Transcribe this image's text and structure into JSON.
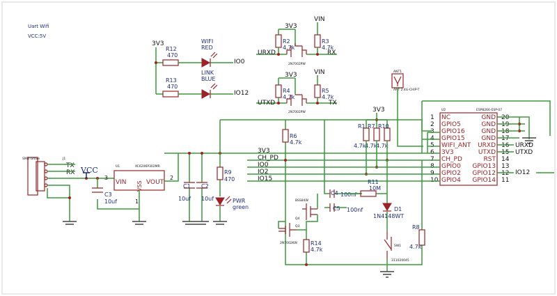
{
  "notes": {
    "line1": "Uart Wifi",
    "line2": "VCC:5V"
  },
  "leds": {
    "wifi": {
      "name": "WIFI",
      "color": "RED",
      "res_ref": "R12",
      "res_val": "470",
      "net": "IO0"
    },
    "link": {
      "name": "LINK",
      "color": "BLUE",
      "res_ref": "R13",
      "res_val": "470",
      "net": "IO12"
    },
    "supply": "3V3"
  },
  "shift_rx": {
    "v_left": "3V3",
    "v_right": "VIN",
    "r_left": "R2",
    "r_left_val": "4.7k",
    "r_right": "R3",
    "r_right_val": "4.7k",
    "in": "URXD",
    "out": "RX",
    "fet": "2N7002PW"
  },
  "shift_tx": {
    "v_left": "3V3",
    "v_right": "VIN",
    "r_left": "R4",
    "r_left_val": "4.7k",
    "r_right": "R5",
    "r_right_val": "4.7k",
    "in": "UTXD",
    "out": "TX",
    "fet": "2N7002PW"
  },
  "antenna": {
    "ref": "ANT1",
    "part": "ANT 2.4G-CHIP-T"
  },
  "esp": {
    "ref": "U2",
    "part": "ESP8266-ESP-07",
    "left_pins": [
      {
        "num": "1",
        "name": "NC"
      },
      {
        "num": "2",
        "name": "GPIO5"
      },
      {
        "num": "3",
        "name": "GPIO16"
      },
      {
        "num": "4",
        "name": "GPIO15"
      },
      {
        "num": "5",
        "name": "WIFI_ANT"
      },
      {
        "num": "6",
        "name": "3V3"
      },
      {
        "num": "7",
        "name": "CH_PD"
      },
      {
        "num": "8",
        "name": "GPIO0"
      },
      {
        "num": "9",
        "name": "GPIO2"
      },
      {
        "num": "10",
        "name": "GPIO4"
      }
    ],
    "right_pins": [
      {
        "num": "20",
        "name": "GND"
      },
      {
        "num": "19",
        "name": "GND"
      },
      {
        "num": "18",
        "name": "GND"
      },
      {
        "num": "17",
        "name": "GND"
      },
      {
        "num": "16",
        "name": "URXD"
      },
      {
        "num": "15",
        "name": "UTXD"
      },
      {
        "num": "14",
        "name": "RST"
      },
      {
        "num": "13",
        "name": "GPIO13"
      },
      {
        "num": "12",
        "name": "GPIO12"
      },
      {
        "num": "11",
        "name": "GPIO14"
      }
    ],
    "ext_labels": {
      "urxd": "URXD",
      "utxd": "UTXD",
      "io12": "IO12"
    }
  },
  "pullups": {
    "supply": "3V3",
    "refs": [
      "R1",
      "R7",
      "R10"
    ],
    "vals": [
      "4.7k",
      "4.7k",
      "4.7k"
    ]
  },
  "nets": {
    "n3v3": "3V3",
    "chpd": "CH_PD",
    "io0": "IO0",
    "io2": "IO2",
    "io15": "IO15"
  },
  "connector": {
    "title": "SMD Grove",
    "ref": "J1",
    "tx": "TX",
    "rx": "RX",
    "vcc": "VCC"
  },
  "regulator": {
    "ref": "U1",
    "part": "XC6206P302MR",
    "vin": "VIN",
    "vss": "VSS",
    "vout": "VOUT",
    "pin_vin": "3",
    "pin_vout": "2",
    "pin_vss": "1"
  },
  "caps": {
    "c1": {
      "ref": "C1",
      "val": "10uf"
    },
    "c2": {
      "ref": "C2",
      "val": "10uf"
    },
    "c3": {
      "ref": "C3",
      "val": "10uf"
    },
    "c4": {
      "ref": "C4",
      "val": "100nf"
    },
    "c5": {
      "ref": "C5",
      "val": "100nf"
    }
  },
  "power_led": {
    "res_ref": "R9",
    "res_val": "470",
    "name": "PWR",
    "color": "green"
  },
  "r6": {
    "ref": "R6",
    "val": "4.7k"
  },
  "r11": {
    "ref": "R11",
    "val": "10M"
  },
  "r14": {
    "ref": "R14",
    "val": "4.7k"
  },
  "r8": {
    "ref": "R8",
    "val": "4.7k"
  },
  "d1": {
    "ref": "D1",
    "part": "1N4148WT"
  },
  "q4": {
    "ref": "Q4",
    "part": "BSS84W"
  },
  "q3": {
    "ref": "Q3",
    "part": "2N7002KW"
  },
  "sw1": {
    "ref": "SW1",
    "part": "311020045"
  }
}
